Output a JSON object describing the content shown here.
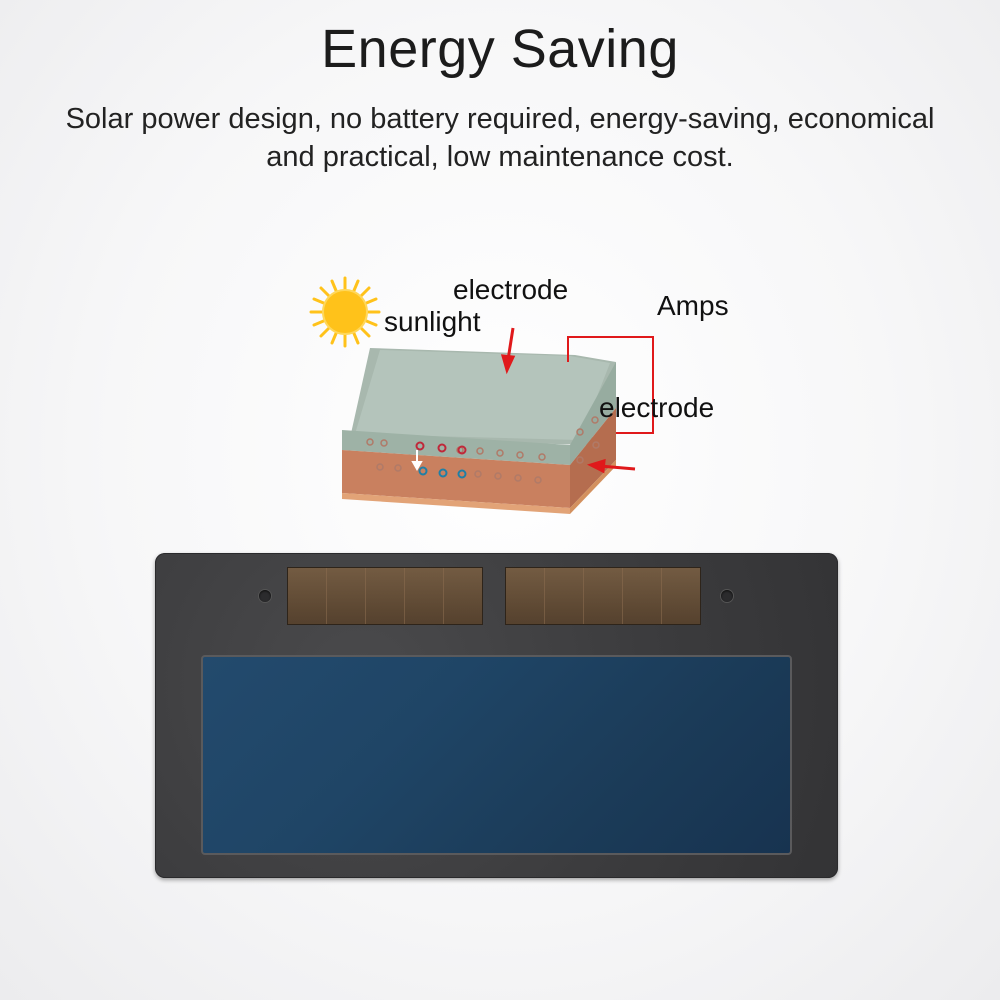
{
  "header": {
    "title": "Energy Saving",
    "subtitle_line1": "Solar power design, no battery required, energy-saving, economical",
    "subtitle_line2": "and practical, low maintenance cost."
  },
  "diagram": {
    "label_electrode_top": "electrode",
    "label_sunlight": "sunlight",
    "label_amps": "Amps",
    "label_electrode_side": "electrode"
  },
  "colors": {
    "arrow": "#e0191b",
    "sun": "#ffc21a",
    "lens": "#1f4566",
    "frame": "#3b3b3d",
    "solar_cell": "#5e4832"
  },
  "icons": {
    "sun": "sun-icon"
  }
}
